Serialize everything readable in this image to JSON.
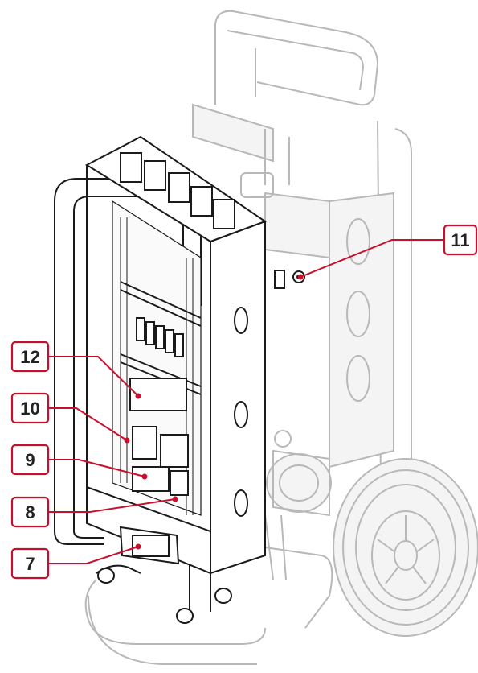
{
  "callouts": [
    {
      "id": "7",
      "label": "7"
    },
    {
      "id": "8",
      "label": "8"
    },
    {
      "id": "9",
      "label": "9"
    },
    {
      "id": "10",
      "label": "10"
    },
    {
      "id": "11",
      "label": "11"
    },
    {
      "id": "12",
      "label": "12"
    }
  ],
  "colors": {
    "accent": "#c8102e",
    "ink": "#1a1a1a",
    "ghost": "#b8b8b8"
  }
}
